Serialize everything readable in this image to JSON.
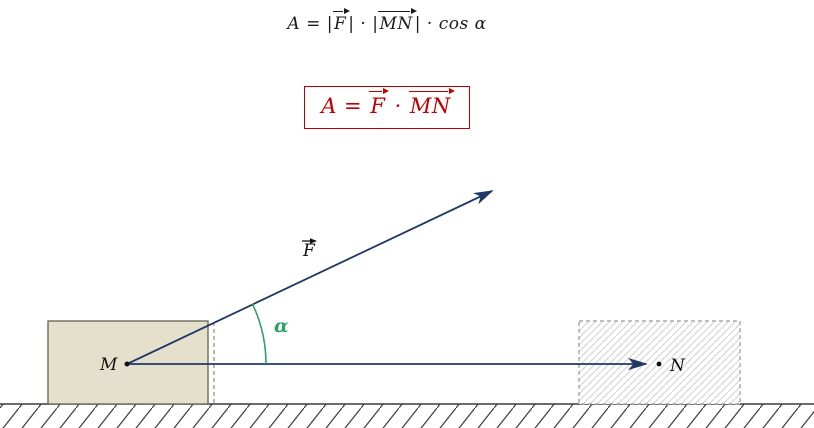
{
  "formulas": {
    "top": {
      "p1": "A = |",
      "f": "F",
      "p2": "| · |",
      "mn": "MN",
      "p3": "| · cos α"
    },
    "boxed": {
      "p1": "A = ",
      "f": "F",
      "dot": " · ",
      "mn": "MN"
    }
  },
  "diagram": {
    "labels": {
      "m": "M",
      "n": "N",
      "force": "F",
      "alpha": "α"
    }
  },
  "colors": {
    "vector_navy": "#1f3864",
    "angle_green": "#2ea164",
    "formula_red": "#c00000",
    "block_fill": "#e4e0cb",
    "ground_line": "#3c3c3c"
  }
}
